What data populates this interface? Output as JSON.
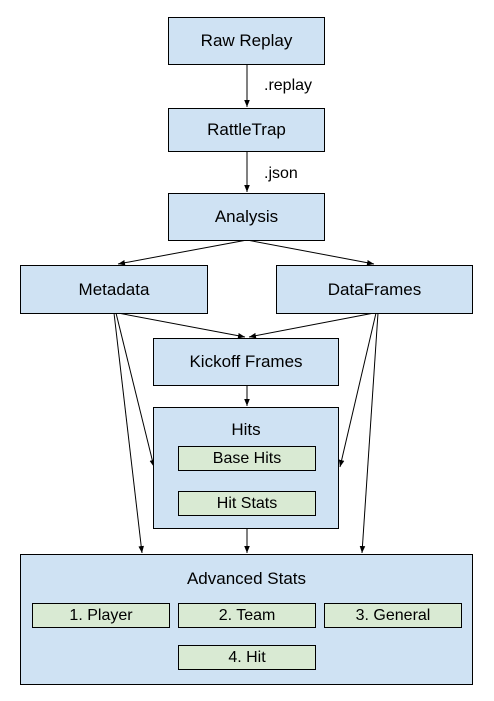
{
  "nodes": {
    "raw_replay": "Raw Replay",
    "rattletrap": "RattleTrap",
    "analysis": "Analysis",
    "metadata": "Metadata",
    "dataframes": "DataFrames",
    "kickoff_frames": "Kickoff Frames",
    "hits": "Hits",
    "base_hits": "Base Hits",
    "hit_stats": "Hit Stats",
    "advanced_stats": "Advanced Stats",
    "player": "1. Player",
    "team": "2. Team",
    "general": "3. General",
    "hit": "4. Hit"
  },
  "edge_labels": {
    "replay": ".replay",
    "json": ".json"
  },
  "colors": {
    "node_fill": "#cfe2f3",
    "sub_fill": "#d9ead3",
    "stroke": "#000000"
  }
}
